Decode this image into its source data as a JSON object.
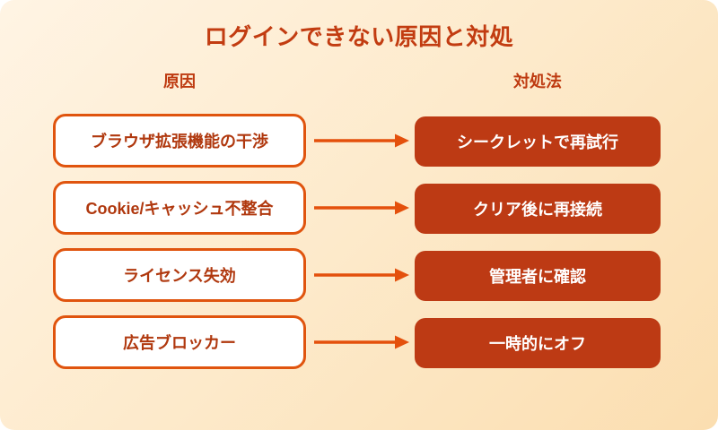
{
  "title": "ログインできない原因と対処",
  "columns": {
    "cause_header": "原因",
    "solution_header": "対処法"
  },
  "rows": [
    {
      "cause": "ブラウザ拡張機能の干渉",
      "solution": "シークレットで再試行"
    },
    {
      "cause": "Cookie/キャッシュ不整合",
      "solution": "クリア後に再接続"
    },
    {
      "cause": "ライセンス失効",
      "solution": "管理者に確認"
    },
    {
      "cause": "広告ブロッカー",
      "solution": "一時的にオフ"
    }
  ],
  "colors": {
    "background_top_left": "#FFF4E4",
    "background_bottom_right": "#FBDEB0",
    "title_text": "#C23C11",
    "header_text": "#BE3A10",
    "cause_box_border": "#E0540E",
    "cause_box_fill": "#FFFFFF",
    "cause_text": "#B0380E",
    "arrow": "#E4500C",
    "solution_box_fill": "#BD3A14",
    "solution_text": "#FFFFFF"
  }
}
